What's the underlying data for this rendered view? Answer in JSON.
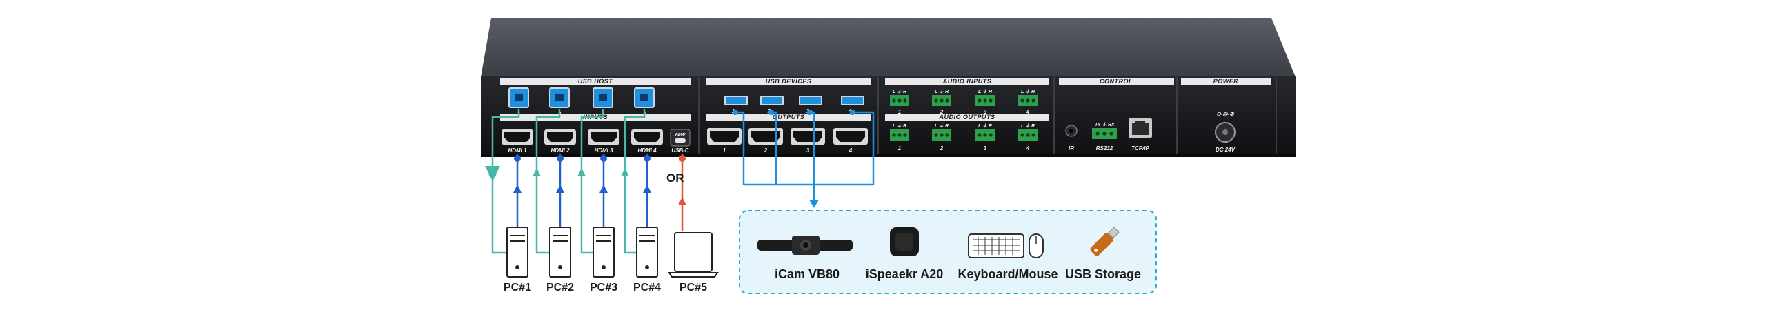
{
  "device": {
    "sections": {
      "usb_host": "USB HOST",
      "inputs": "INPUTS",
      "usb_devices": "USB DEVICES",
      "outputs": "OUTPUTS",
      "audio_inputs": "AUDIO INPUTS",
      "audio_outputs": "AUDIO OUTPUTS",
      "control": "CONTROL",
      "power": "POWER"
    },
    "usb_host_ports": [
      "1",
      "2",
      "3",
      "4"
    ],
    "hdmi_inputs": [
      "HDMI 1",
      "HDMI 2",
      "HDMI 3",
      "HDMI 4"
    ],
    "usbc_port": "USB-C",
    "usbc_badge": "60W",
    "usb_device_ports": [
      "1",
      "2",
      "3",
      "4"
    ],
    "hdmi_outputs": [
      "1",
      "2",
      "3",
      "4"
    ],
    "audio_in_ports": [
      "1",
      "2",
      "3",
      "4"
    ],
    "audio_out_ports": [
      "1",
      "2",
      "3",
      "4"
    ],
    "audio_lr": "L ⏚ R",
    "control_ports": {
      "ir": "IR",
      "rs232": "RS232",
      "rs232_pins": "Tx ⏚ Rx",
      "tcpip": "TCP/IP"
    },
    "power_port": "DC 24V"
  },
  "sources": [
    "PC#1",
    "PC#2",
    "PC#3",
    "PC#4",
    "PC#5"
  ],
  "or_label": "OR",
  "peripherals": [
    "iCam VB80",
    "iSpeaekr A20",
    "Keyboard/Mouse",
    "USB Storage"
  ],
  "colors": {
    "teal": "#49b7a8",
    "blue": "#1f5fce",
    "orange": "#e2553a",
    "bright_blue": "#1f8fe0",
    "chassis_top": "#4a4e57",
    "chassis_face": "#16171a",
    "terminal_green": "#2e9f4a",
    "peripheral_box_bg": "#e6f4fb",
    "peripheral_box_border": "#2aa8d8"
  }
}
